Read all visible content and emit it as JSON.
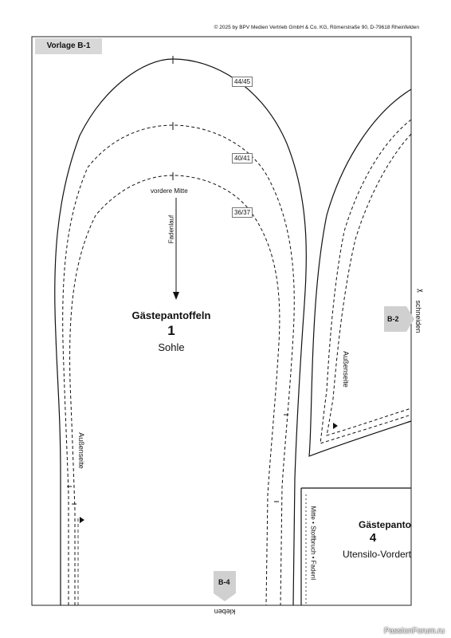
{
  "copyright": "© 2025 by BPV Medien Vertrieb GmbH & Co. KG, Römerstraße 90, D-79618 Rheinfelden",
  "sheet_label": "Vorlage B-1",
  "sizes": [
    "44/45",
    "40/41",
    "36/37"
  ],
  "front_center_label": "vordere Mitte",
  "grain_label": "Fadenlauf",
  "piece1": {
    "title": "Gästepantoffeln",
    "number": "1",
    "part": "Sohle"
  },
  "outside_label_left": "Außenseite",
  "outside_label_right": "Außenseite",
  "tab_right": "B-2",
  "tab_bottom": "B-4",
  "cut_label": "schneiden",
  "glue_label": "kleben",
  "piece4": {
    "title": "Gästepanto",
    "number": "4",
    "part": "Utensilo-Vordert"
  },
  "fold_label": "Mitte • Stoffbruch • Fadenl",
  "watermark": "PassionForum.ru"
}
